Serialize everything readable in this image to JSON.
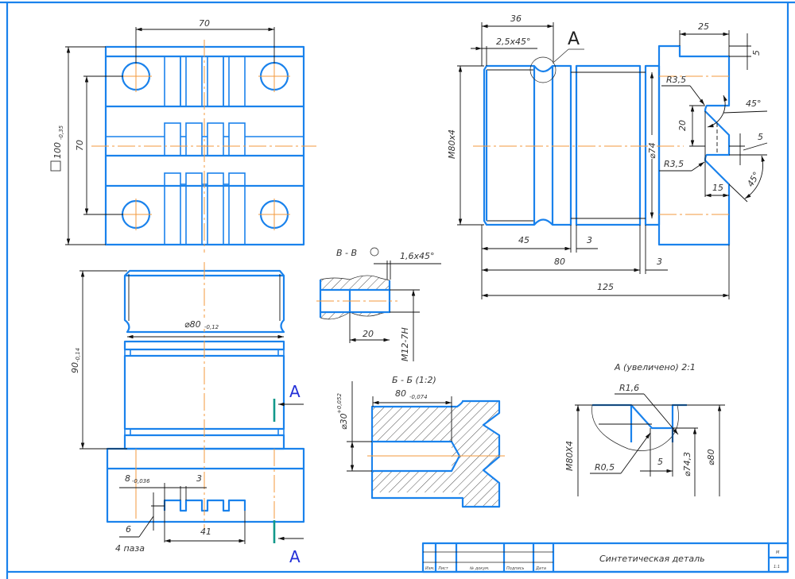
{
  "drawing": {
    "title": "Синтетическая деталь",
    "title_block": {
      "col_labels": [
        "Изм.",
        "Лист",
        "№ докум.",
        "Подпись",
        "Дата"
      ],
      "mass_label": "М",
      "scale_value": "1:1"
    },
    "colors": {
      "outline": "#1a82ec",
      "dimension": "#111111",
      "centerline": "#f39a3c",
      "section_mark": "#11988a",
      "section_letter": "#2430d8"
    }
  },
  "views": {
    "top_view": {
      "dim_hole_spacing_h": "70",
      "dim_hole_spacing_v": "70",
      "dim_square_size": "100",
      "dim_square_tol": "-0,35"
    },
    "front_view": {
      "dim_height": "90",
      "dim_height_tol": "-0,14",
      "dim_diameter": "⌀80",
      "dim_diameter_tol": "-0,12",
      "dim_slot_width": "8",
      "dim_slot_width_tol": "-0,036",
      "dim_slot_gap": "3",
      "dim_slot_depth": "6",
      "dim_slots_span": "41",
      "note_slots": "4 паза",
      "section_letter_top": "А",
      "section_letter_bottom": "А"
    },
    "side_view": {
      "dim_36": "36",
      "chamfer": "2,5x45°",
      "detail_letter": "А",
      "dim_thread": "M80x4",
      "dim_d74": "⌀74",
      "dim_25": "25",
      "dim_5_top": "5",
      "r_top": "R3,5",
      "angle_top": "45°",
      "dim_20": "20",
      "dim_5_mid": "5",
      "r_bottom": "R3,5",
      "angle_bottom": "45°",
      "dim_15": "15",
      "dim_45": "45",
      "dim_3a": "3",
      "dim_80": "80",
      "dim_3b": "3",
      "dim_125": "125"
    },
    "section_bb_small": {
      "title": "В - В",
      "chamfer": "1,6x45°",
      "dim_20": "20",
      "thread": "M12-7H"
    },
    "section_bb": {
      "title": "Б - Б (1:2)",
      "dim_len": "80",
      "dim_len_tol": "-0,074",
      "dim_bore": "⌀30",
      "dim_bore_tol": "+0,052"
    },
    "detail_a": {
      "title": "А (увеличено) 2:1",
      "r16": "R1,6",
      "r05": "R0,5",
      "thread": "M80X4",
      "dim_5": "5",
      "dim_d743": "⌀74,3",
      "dim_d80": "⌀80"
    }
  }
}
